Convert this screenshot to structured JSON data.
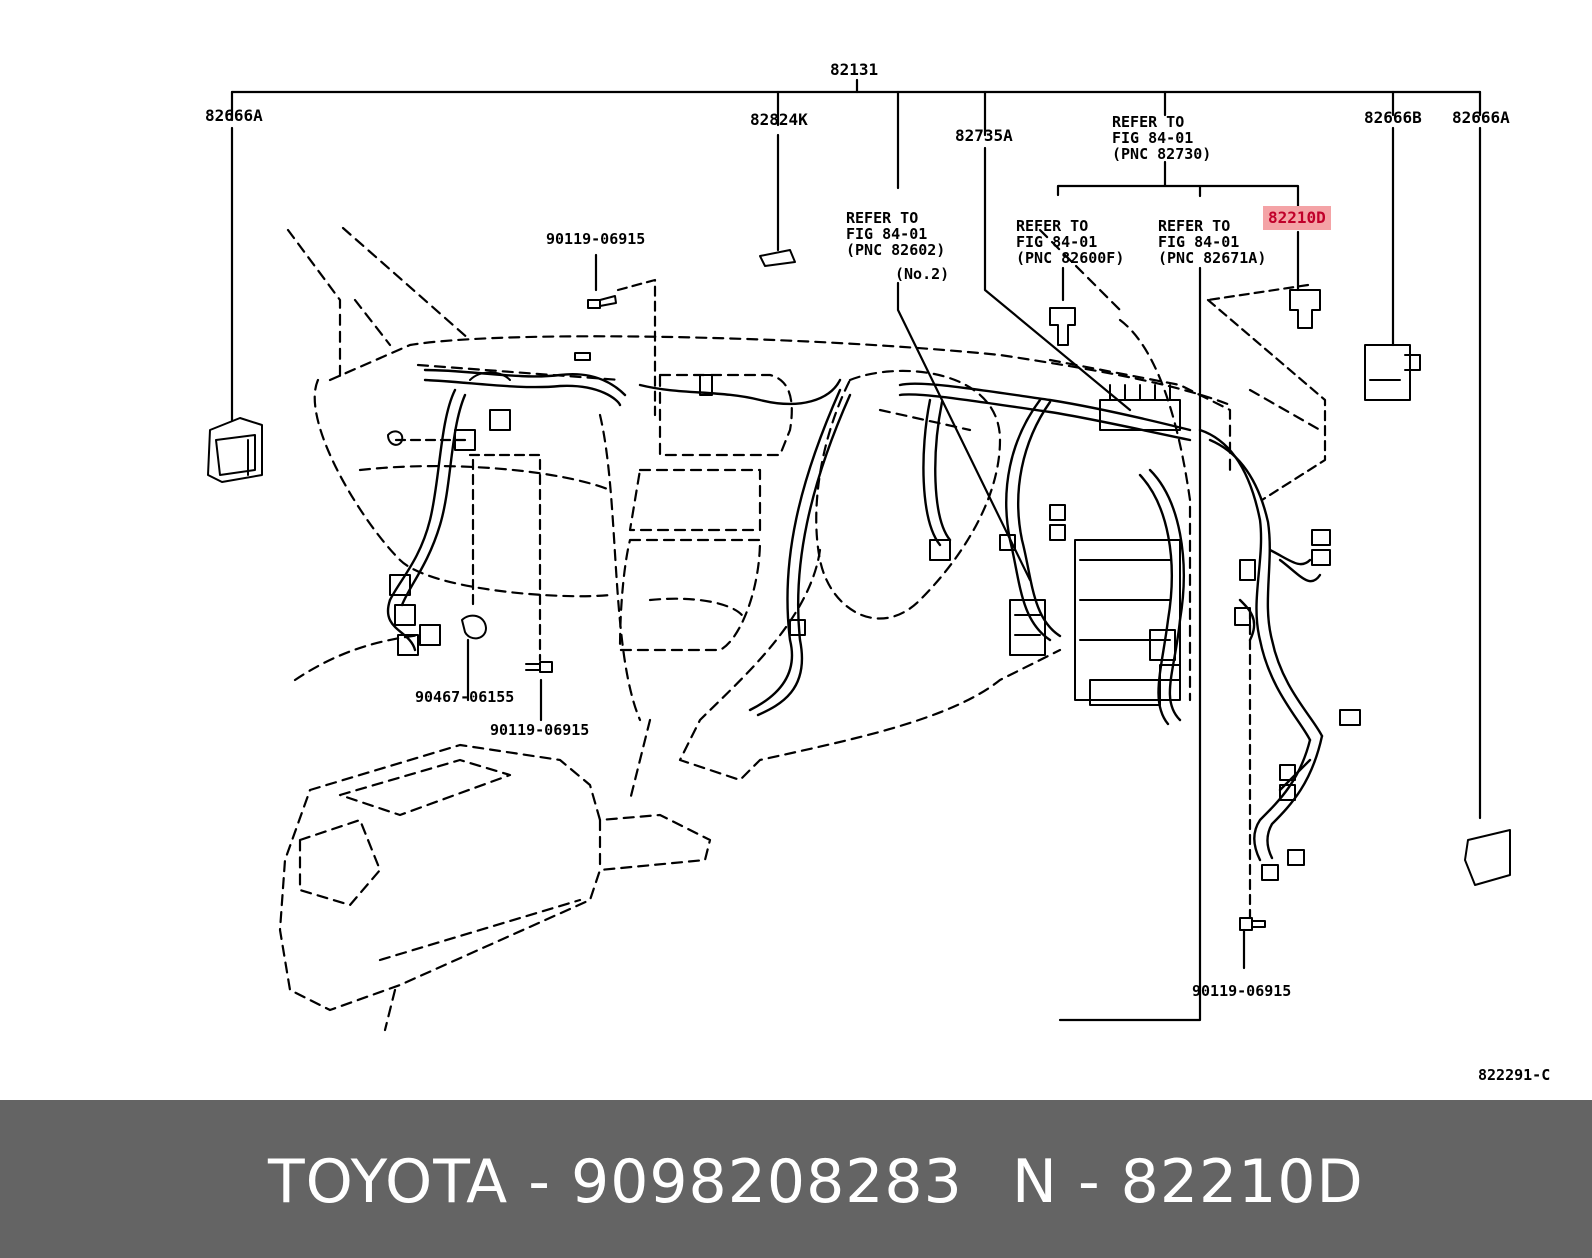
{
  "diagram": {
    "main_part": "82131",
    "labels": {
      "p82666A_left": "82666A",
      "p82824K": "82824K",
      "p82735A": "82735A",
      "refer_82730": "REFER TO\nFIG 84-01\n(PNC 82730)",
      "p82666B": "82666B",
      "p82666A_right": "82666A",
      "refer_82602": "REFER TO\nFIG 84-01\n(PNC 82602)",
      "refer_82602_no": "(No.2)",
      "refer_82600F": "REFER TO\nFIG 84-01\n(PNC 82600F)",
      "refer_82671A": "REFER TO\nFIG 84-01\n(PNC 82671A)",
      "p82210D": "82210D",
      "bolt_top": "90119-06915",
      "clip": "90467-06155",
      "bolt_mid": "90119-06915",
      "bolt_right": "90119-06915",
      "figure_code": "822291-C"
    },
    "highlight_color": "#f4a3a6"
  },
  "footer": {
    "part_text": "TOYOTA - 9098208283",
    "ref_text": "N - 82210D",
    "background": "#646464"
  }
}
